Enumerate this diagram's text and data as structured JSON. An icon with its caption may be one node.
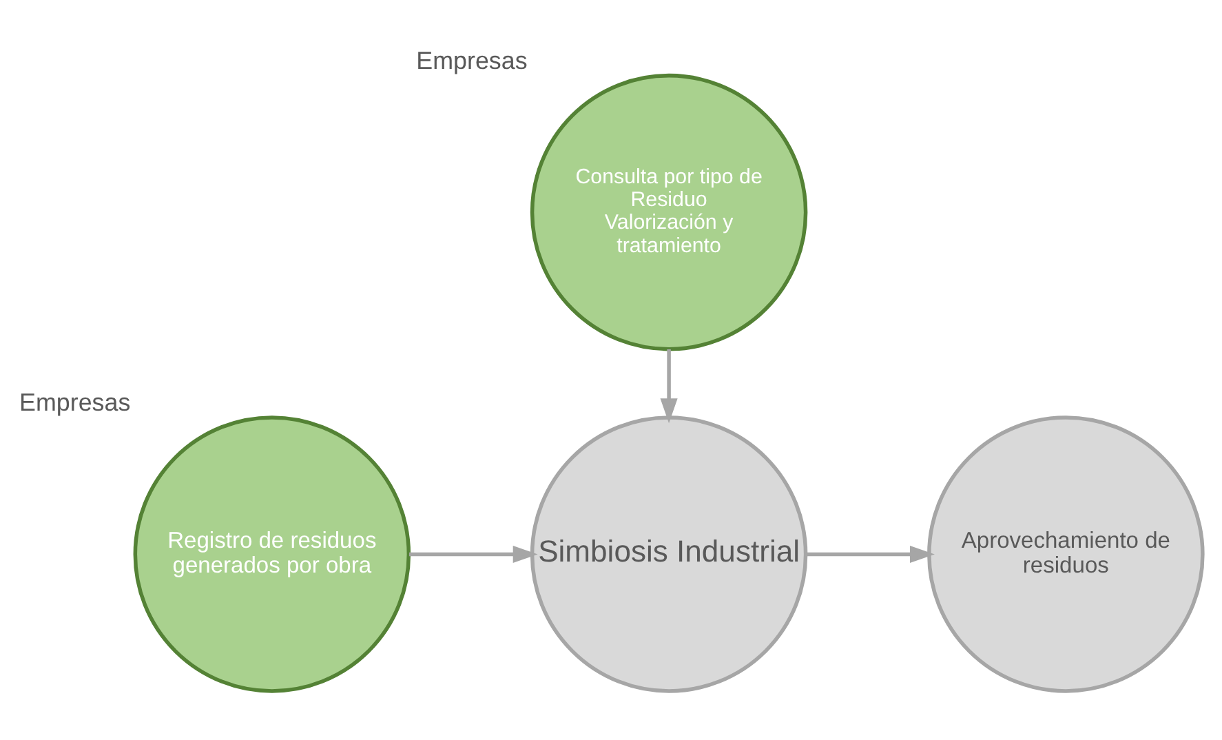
{
  "diagram": {
    "nodes": [
      {
        "text": [
          "Empresas",
          "Consulta por tipo de Residuo",
          "Valorización y tratamiento"
        ]
      },
      {
        "text": [
          "Empresas",
          "Registro de residuos generados por obra"
        ]
      },
      {
        "text": [
          "Simbiosis Industrial"
        ]
      },
      {
        "text": [
          "Aprovechamiento de residuos"
        ]
      }
    ],
    "edges": [
      {
        "from": 0,
        "to": 2,
        "arrow": "to"
      },
      {
        "from": 1,
        "to": 2,
        "arrow": "to"
      },
      {
        "from": 2,
        "to": 3,
        "arrow": "to"
      }
    ]
  }
}
